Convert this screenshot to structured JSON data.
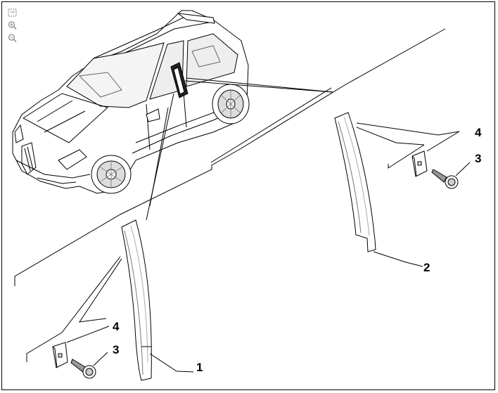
{
  "toolbar": {
    "buttons": [
      {
        "name": "fit-to-window",
        "icon": "fit-screen-icon"
      },
      {
        "name": "zoom-in",
        "icon": "zoom-in-icon"
      },
      {
        "name": "zoom-out",
        "icon": "zoom-out-icon"
      }
    ]
  },
  "diagram": {
    "callouts": [
      "4",
      "3",
      "2",
      "4",
      "3",
      "1"
    ]
  },
  "colors": {
    "line": "#000000",
    "background": "#ffffff",
    "shade": "#d8d8d8"
  }
}
